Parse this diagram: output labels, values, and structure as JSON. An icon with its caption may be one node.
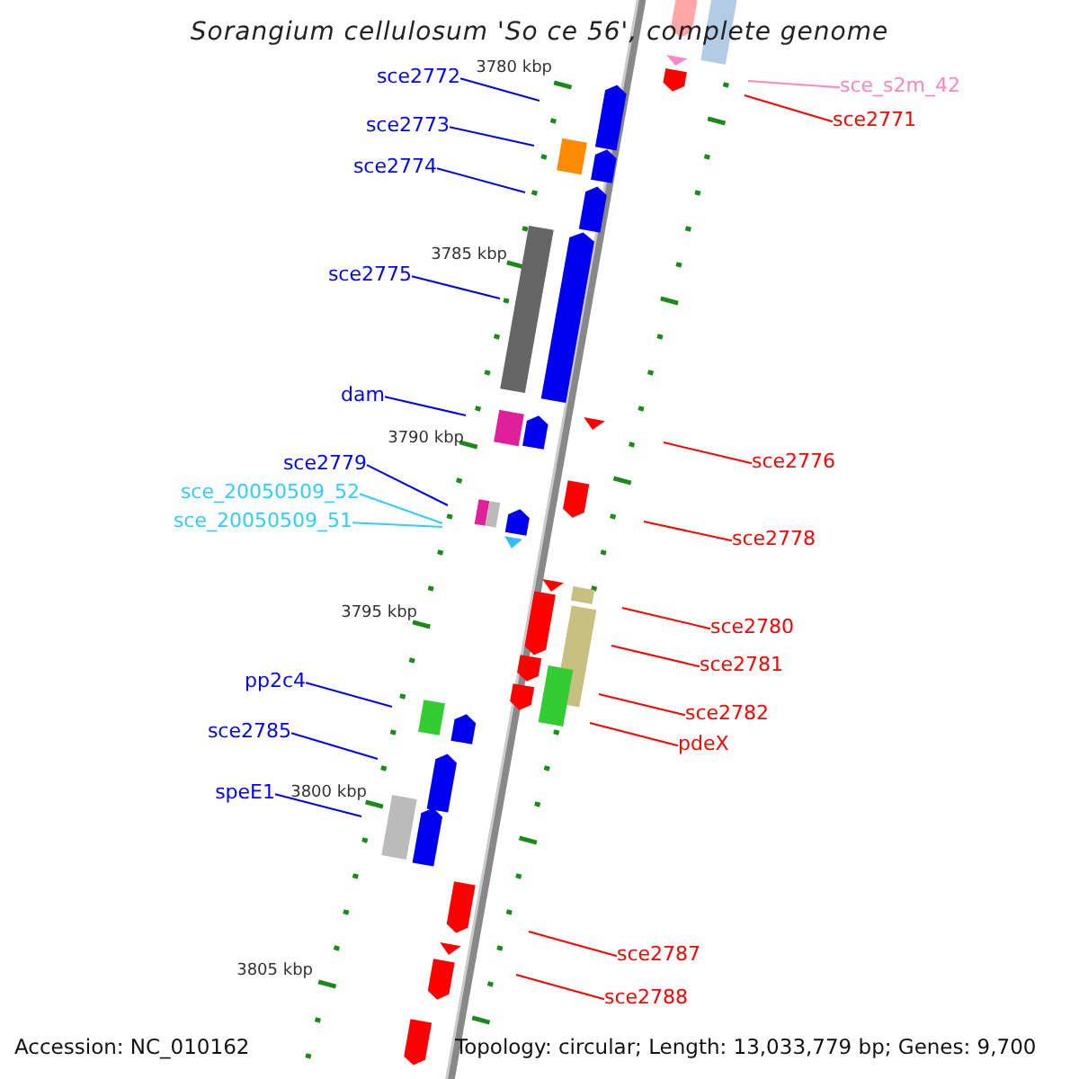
{
  "diagram": {
    "title": "Sorangium cellulosum 'So ce 56', complete genome",
    "nodes": [
      {
        "text": [
          "sce2772"
        ]
      },
      {
        "text": [
          "sce_s2m_42"
        ]
      },
      {
        "text": [
          "sce2771"
        ]
      },
      {
        "text": [
          "sce2773"
        ]
      },
      {
        "text": [
          "sce2774"
        ]
      },
      {
        "text": [
          "sce2775"
        ]
      },
      {
        "text": [
          "dam"
        ]
      },
      {
        "text": [
          "sce2776"
        ]
      },
      {
        "text": [
          "sce2779"
        ]
      },
      {
        "text": [
          "sce_20050509_52"
        ]
      },
      {
        "text": [
          "sce_20050509_51"
        ]
      },
      {
        "text": [
          "sce2778"
        ]
      },
      {
        "text": [
          "sce2780"
        ]
      },
      {
        "text": [
          "sce2781"
        ]
      },
      {
        "text": [
          "pp2c4"
        ]
      },
      {
        "text": [
          "sce2782"
        ]
      },
      {
        "text": [
          "sce2785"
        ]
      },
      {
        "text": [
          "pdeX"
        ]
      },
      {
        "text": [
          "speE1"
        ]
      },
      {
        "text": [
          "sce2787"
        ]
      },
      {
        "text": [
          "sce2788"
        ]
      }
    ],
    "edges": [
      {
        "from": 0,
        "to": null,
        "arrow": "none",
        "color": "#0000ff"
      },
      {
        "from": 1,
        "to": null,
        "arrow": "none",
        "color": "#ff88bb"
      },
      {
        "from": 2,
        "to": null,
        "arrow": "none",
        "color": "#ff0000"
      },
      {
        "from": 3,
        "to": null,
        "arrow": "none",
        "color": "#0000ff"
      },
      {
        "from": 4,
        "to": null,
        "arrow": "none",
        "color": "#0000ff"
      },
      {
        "from": 5,
        "to": null,
        "arrow": "none",
        "color": "#0000ff"
      },
      {
        "from": 6,
        "to": null,
        "arrow": "none",
        "color": "#0000ff"
      },
      {
        "from": 7,
        "to": null,
        "arrow": "none",
        "color": "#ff0000"
      },
      {
        "from": 8,
        "to": null,
        "arrow": "none",
        "color": "#0000ff"
      },
      {
        "from": 9,
        "to": null,
        "arrow": "none",
        "color": "#33ccff"
      },
      {
        "from": 10,
        "to": null,
        "arrow": "none",
        "color": "#33ccff"
      },
      {
        "from": 11,
        "to": null,
        "arrow": "none",
        "color": "#ff0000"
      },
      {
        "from": 12,
        "to": null,
        "arrow": "none",
        "color": "#ff0000"
      },
      {
        "from": 13,
        "to": null,
        "arrow": "none",
        "color": "#ff0000"
      },
      {
        "from": 14,
        "to": null,
        "arrow": "none",
        "color": "#0000ff"
      },
      {
        "from": 15,
        "to": null,
        "arrow": "none",
        "color": "#ff0000"
      },
      {
        "from": 16,
        "to": null,
        "arrow": "none",
        "color": "#0000ff"
      },
      {
        "from": 17,
        "to": null,
        "arrow": "none",
        "color": "#ff0000"
      },
      {
        "from": 18,
        "to": null,
        "arrow": "none",
        "color": "#0000ff"
      },
      {
        "from": 19,
        "to": null,
        "arrow": "none",
        "color": "#ff0000"
      },
      {
        "from": 20,
        "to": null,
        "arrow": "none",
        "color": "#ff0000"
      }
    ],
    "labels": [
      "3780 kbp",
      "3785 kbp",
      "3790 kbp",
      "3795 kbp",
      "3800 kbp",
      "3805 kbp",
      "Accession: NC_010162",
      "Topology: circular; Length: 13,033,779 bp; Genes: 9,700"
    ]
  }
}
